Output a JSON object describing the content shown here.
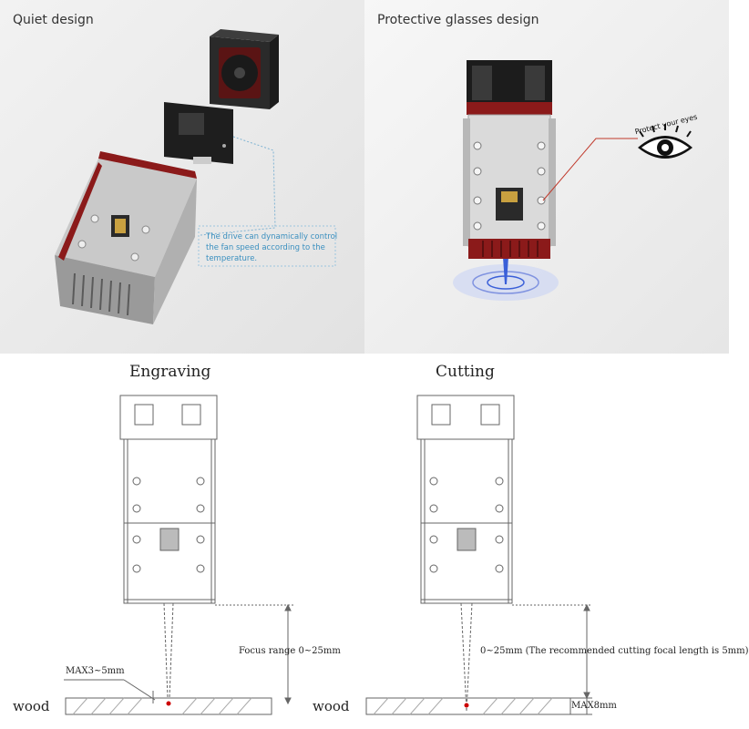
{
  "panels": {
    "quiet": {
      "title": "Quiet design",
      "callout": "The drive can dynamically control the fan speed according to the temperature."
    },
    "glasses": {
      "title": "Protective glasses design",
      "protect_label": "Protect your eyes"
    }
  },
  "diagram": {
    "engraving": {
      "title": "Engraving",
      "focus_label": "Focus range 0~25mm",
      "max_label": "MAX3~5mm",
      "wood_label": "wood"
    },
    "cutting": {
      "title": "Cutting",
      "focus_label": "0~25mm (The recommended cutting focal length is 5mm)",
      "max_label": "MAX8mm",
      "wood_label": "wood"
    }
  },
  "colors": {
    "accent_red": "#8b1a1a",
    "callout_blue": "#3a8fbf",
    "beam_blue": "#3a5fd8"
  }
}
